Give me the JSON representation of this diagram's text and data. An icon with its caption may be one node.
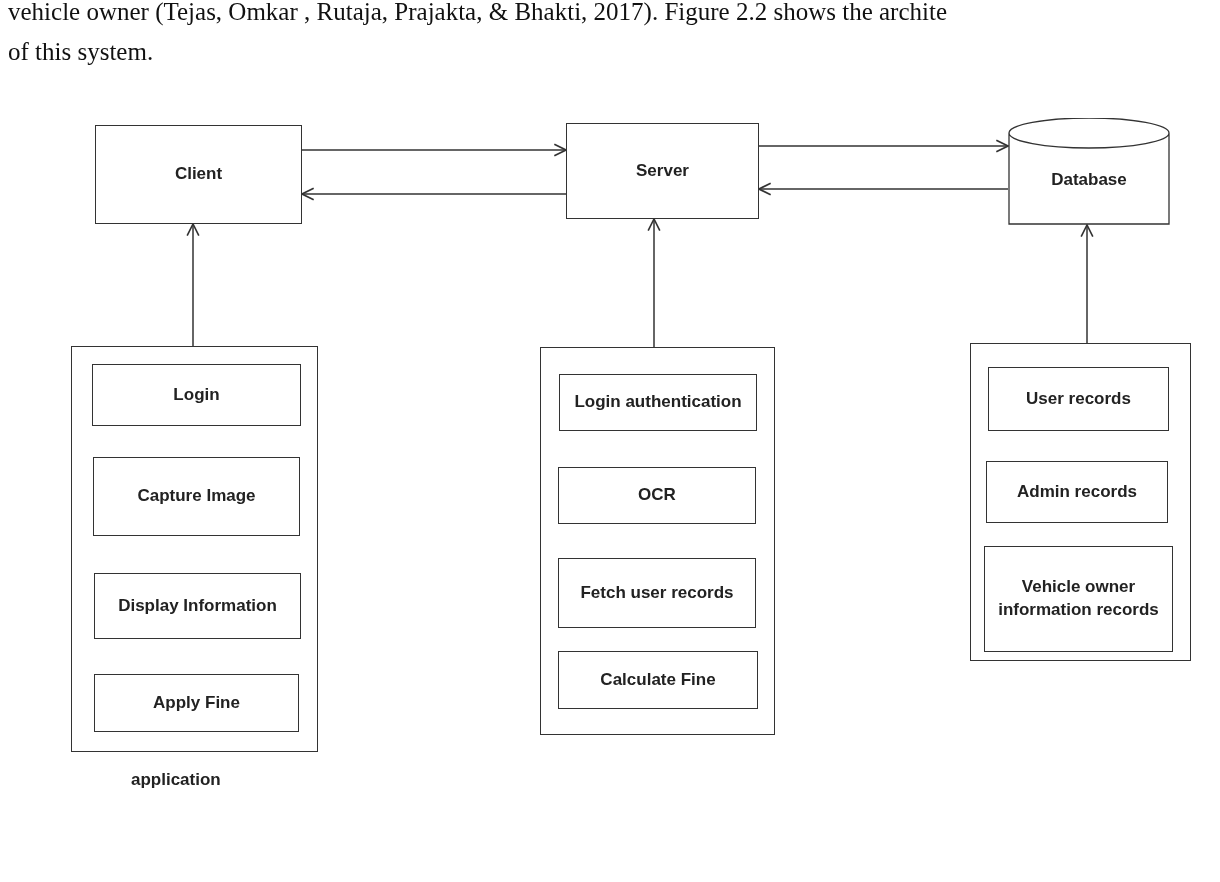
{
  "diagram": {
    "nodes": [
      {
        "text": [
          "Client"
        ]
      },
      {
        "text": [
          "Server"
        ]
      },
      {
        "text": [
          "Database"
        ]
      },
      {
        "text": [],
        "shape": "box",
        "beside": [
          "application"
        ]
      },
      {
        "text": [
          "Login"
        ],
        "in": 3
      },
      {
        "text": [
          "Capture Image"
        ],
        "in": 3
      },
      {
        "text": [
          "Display Information"
        ],
        "in": 3
      },
      {
        "text": [
          "Apply Fine"
        ],
        "in": 3
      },
      {
        "text": [],
        "shape": "box"
      },
      {
        "text": [
          "Login authentication"
        ],
        "in": 8
      },
      {
        "text": [
          "OCR"
        ],
        "in": 8
      },
      {
        "text": [
          "Fetch user records"
        ],
        "in": 8
      },
      {
        "text": [
          "Calculate Fine"
        ],
        "in": 8
      },
      {
        "text": [],
        "shape": "box"
      },
      {
        "text": [
          "User records"
        ],
        "in": 13
      },
      {
        "text": [
          "Admin records"
        ],
        "in": 13
      },
      {
        "text": [
          "Vehicle owner information records"
        ],
        "in": 13
      }
    ],
    "edges": [
      {
        "from": 0,
        "to": 1,
        "arrow": "to"
      },
      {
        "from": 1,
        "to": 0,
        "arrow": "to"
      },
      {
        "from": 1,
        "to": 2,
        "arrow": "to"
      },
      {
        "from": 2,
        "to": 1,
        "arrow": "to"
      },
      {
        "from": 3,
        "to": 0,
        "arrow": "to"
      },
      {
        "from": 8,
        "to": 1,
        "arrow": "to"
      },
      {
        "from": 13,
        "to": 2,
        "arrow": "to"
      }
    ],
    "labels": [
      "vehicle owner (Tejas, Omkar , Rutaja, Prajakta, & Bhakti, 2017). Figure 2.2 shows the archite",
      "of this system."
    ]
  }
}
